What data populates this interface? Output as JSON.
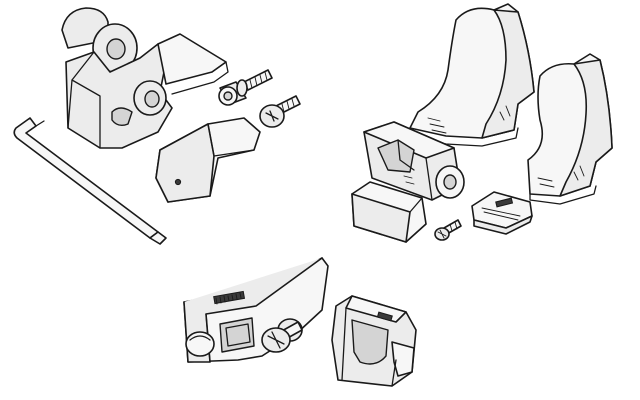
{
  "figure": {
    "kind": "exploded parts line drawing",
    "colors": {
      "outline": "#1a1a1a",
      "fill": "#ececec",
      "shade": "#d4d4d4",
      "background": "#ffffff"
    },
    "parts": [
      {
        "name": "hinge-bracket"
      },
      {
        "name": "allen-key"
      },
      {
        "name": "spacer-sleeve"
      },
      {
        "name": "screw"
      },
      {
        "name": "end-cap-block"
      },
      {
        "name": "saddle-clamp"
      },
      {
        "name": "saddle-clamp"
      },
      {
        "name": "clip-housing"
      },
      {
        "name": "cover-cap"
      },
      {
        "name": "small-screw"
      },
      {
        "name": "spring-plate"
      },
      {
        "name": "strap-holder"
      },
      {
        "name": "cross-head-screw"
      },
      {
        "name": "buckle-clip"
      }
    ]
  }
}
